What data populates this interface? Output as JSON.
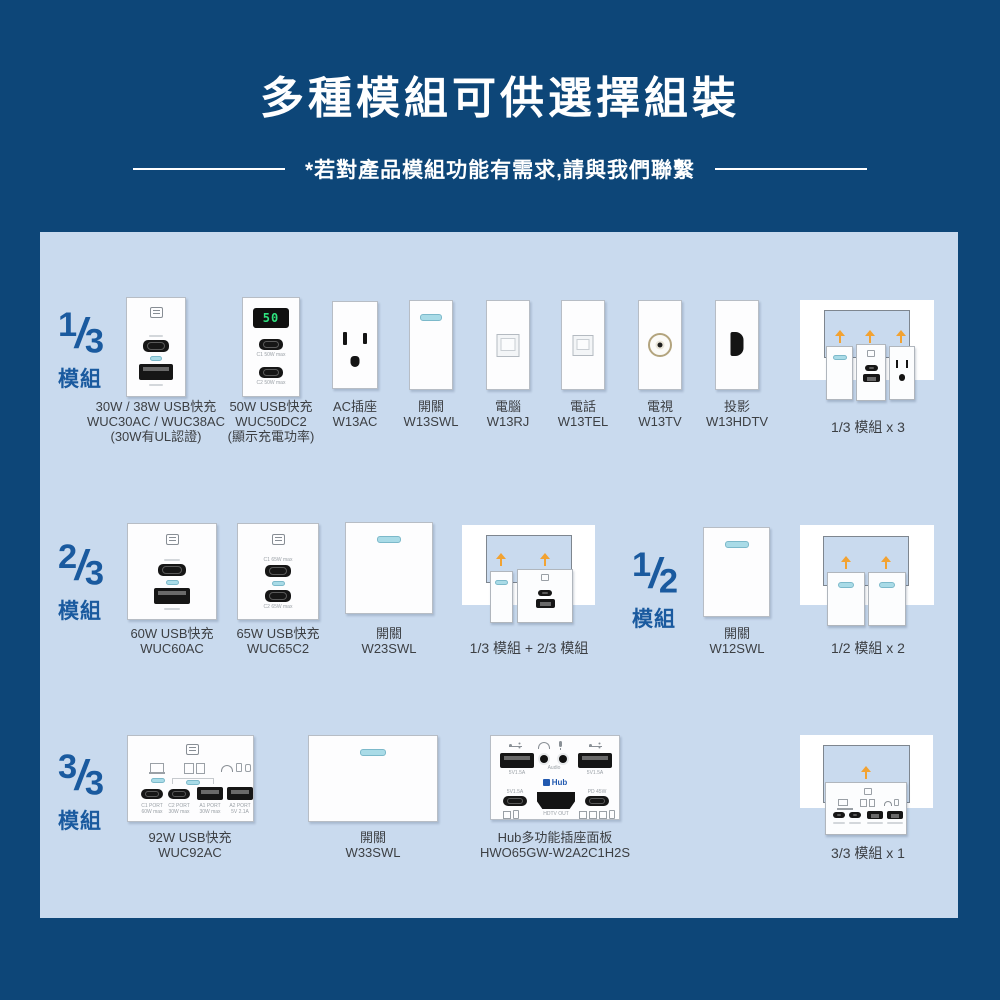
{
  "page": {
    "title": "多種模組可供選擇組裝",
    "subtitle": "*若對產品模組功能有需求,請與我們聯繫"
  },
  "sections": {
    "one_third": {
      "numerator": "1",
      "denominator": "3",
      "label": "模組"
    },
    "two_thirds": {
      "numerator": "2",
      "denominator": "3",
      "label": "模組"
    },
    "one_half": {
      "numerator": "1",
      "denominator": "2",
      "label": "模組"
    },
    "three_thirds": {
      "numerator": "3",
      "denominator": "3",
      "label": "模組"
    }
  },
  "row1": {
    "wuc30": {
      "name": "30W / 38W USB快充",
      "model": "WUC30AC / WUC38AC",
      "note": "(30W有UL認證)"
    },
    "wuc50": {
      "name": "50W USB快充",
      "model": "WUC50DC2",
      "note": "(顯示充電功率)",
      "display_value": "50",
      "port1_label": "C1 50W max",
      "port2_label": "C2 50W max"
    },
    "w13ac": {
      "name": "AC插座",
      "model": "W13AC"
    },
    "w13swl": {
      "name": "開關",
      "model": "W13SWL"
    },
    "w13rj": {
      "name": "電腦",
      "model": "W13RJ"
    },
    "w13tel": {
      "name": "電話",
      "model": "W13TEL"
    },
    "w13tv": {
      "name": "電視",
      "model": "W13TV"
    },
    "w13hdtv": {
      "name": "投影",
      "model": "W13HDTV"
    },
    "combo": {
      "label": "1/3 模組 x 3"
    }
  },
  "row2": {
    "wuc60": {
      "name": "60W USB快充",
      "model": "WUC60AC"
    },
    "wuc65": {
      "name": "65W USB快充",
      "model": "WUC65C2",
      "port1_label": "C1 65W max",
      "port2_label": "C2 65W max"
    },
    "w23swl": {
      "name": "開關",
      "model": "W23SWL"
    },
    "combo_mix": {
      "label": "1/3 模組 + 2/3 模組"
    },
    "w12swl": {
      "name": "開關",
      "model": "W12SWL"
    },
    "combo_half": {
      "label": "1/2 模組 x 2"
    }
  },
  "row3": {
    "wuc92": {
      "name": "92W USB快充",
      "model": "WUC92AC",
      "ports": [
        {
          "port": "C1 PORT",
          "spec": "60W max"
        },
        {
          "port": "C2 PORT",
          "spec": "30W max"
        },
        {
          "port": "A1 PORT",
          "spec": "30W max"
        },
        {
          "port": "A2 PORT",
          "spec": "5V 2.1A"
        }
      ]
    },
    "w33swl": {
      "name": "開關",
      "model": "W33SWL"
    },
    "hub": {
      "name": "Hub多功能插座面板",
      "model": "HWO65GW-W2A2C1H2S",
      "logo": "Hub",
      "usb_a_left_label": "5V1.5A",
      "usb_a_right_label": "5V1.5A",
      "audio_label": "Audio",
      "usb_c_left_label": "5V1.5A",
      "hdmi_label": "HDTV OUT",
      "usb_c_right_label": "PD 45W"
    },
    "combo": {
      "label": "3/3 模組 x 1"
    }
  },
  "colors": {
    "background": "#0d4678",
    "panel": "#c9daee",
    "accent_blue": "#1a5a9f",
    "arrow_orange": "#f2a231",
    "indicator_blue": "#a9dbe7",
    "display_green": "#2ee27e",
    "hub_blue": "#2159b0"
  }
}
